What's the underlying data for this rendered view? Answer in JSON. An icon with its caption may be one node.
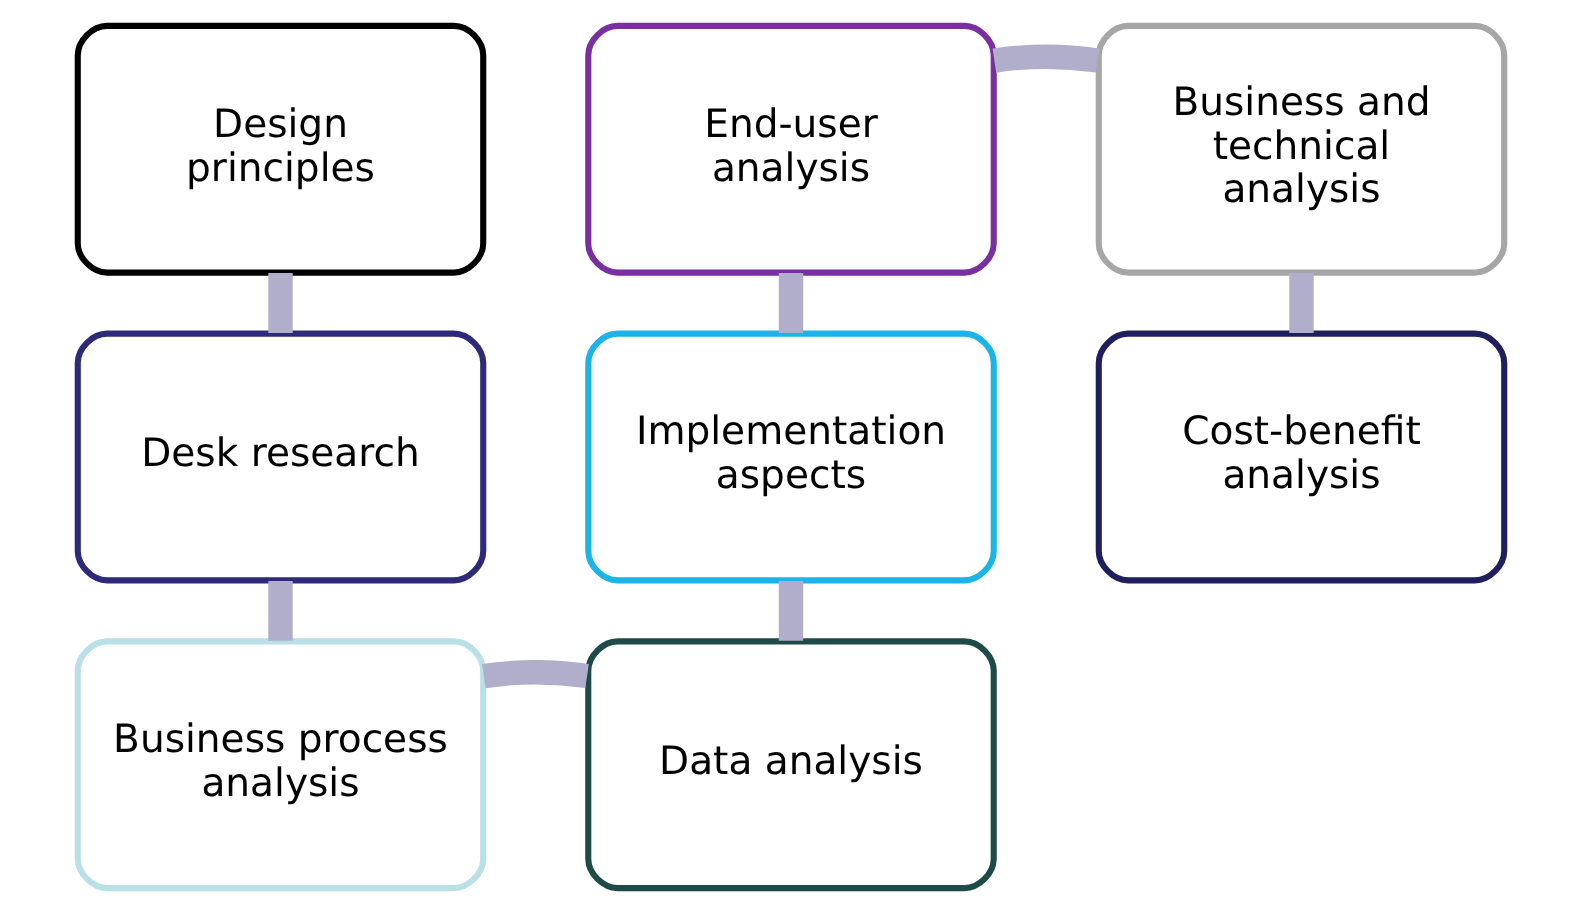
{
  "diagram": {
    "nodes": [
      {
        "text": [
          "Design principles"
        ]
      },
      {
        "text": [
          "Desk research"
        ]
      },
      {
        "text": [
          "Business process analysis"
        ]
      },
      {
        "text": [
          "Data analysis"
        ]
      },
      {
        "text": [
          "Implementation aspects"
        ]
      },
      {
        "text": [
          "End-user analysis"
        ]
      },
      {
        "text": [
          "Business and technical analysis"
        ]
      },
      {
        "text": [
          "Cost-benefit analysis"
        ]
      }
    ],
    "edges": [
      {
        "from": 0,
        "to": 1,
        "arrow": "none"
      },
      {
        "from": 1,
        "to": 2,
        "arrow": "none"
      },
      {
        "from": 2,
        "to": 3,
        "arrow": "none"
      },
      {
        "from": 3,
        "to": 4,
        "arrow": "none"
      },
      {
        "from": 4,
        "to": 5,
        "arrow": "none"
      },
      {
        "from": 5,
        "to": 6,
        "arrow": "none"
      },
      {
        "from": 6,
        "to": 7,
        "arrow": "none"
      }
    ]
  }
}
